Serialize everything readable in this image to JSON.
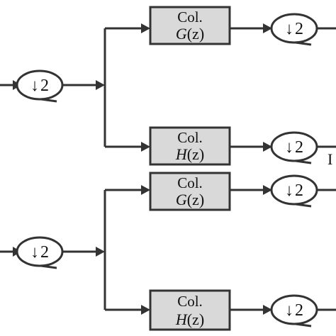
{
  "diagram": {
    "filter_boxes": [
      {
        "line1": "Col.",
        "line2_italic": "G",
        "line2_rest": "(z)"
      },
      {
        "line1": "Col.",
        "line2_italic": "H",
        "line2_rest": "(z)"
      },
      {
        "line1": "Col.",
        "line2_italic": "G",
        "line2_rest": "(z)"
      },
      {
        "line1": "Col.",
        "line2_italic": "H",
        "line2_rest": "(z)"
      }
    ],
    "downsamplers": [
      {
        "arrow": "↓",
        "factor": "2"
      },
      {
        "arrow": "↓",
        "factor": "2"
      },
      {
        "arrow": "↓",
        "factor": "2"
      },
      {
        "arrow": "↓",
        "factor": "2"
      },
      {
        "arrow": "↓",
        "factor": "2"
      },
      {
        "arrow": "↓",
        "factor": "2"
      }
    ],
    "partial_right_label": "I"
  }
}
